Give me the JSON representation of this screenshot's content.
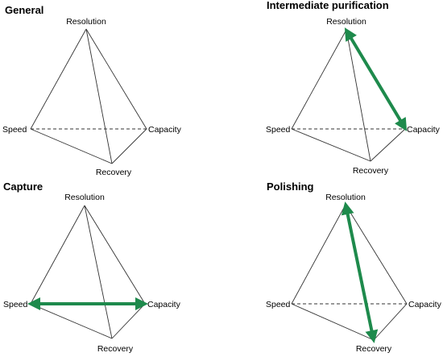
{
  "colors": {
    "highlight": "#1e8a4c",
    "edge": "#333333"
  },
  "panels": [
    {
      "title": "General",
      "labels": {
        "top": "Resolution",
        "left": "Speed",
        "right": "Capacity",
        "bottom": "Recovery"
      }
    },
    {
      "title": "Intermediate purification",
      "labels": {
        "top": "Resolution",
        "left": "Speed",
        "right": "Capacity",
        "bottom": "Recovery"
      },
      "emphasis": "Resolution–Capacity"
    },
    {
      "title": "Capture",
      "labels": {
        "top": "Resolution",
        "left": "Speed",
        "right": "Capacity",
        "bottom": "Recovery"
      },
      "emphasis": "Speed–Capacity"
    },
    {
      "title": "Polishing",
      "labels": {
        "top": "Resolution",
        "left": "Speed",
        "right": "Capacity",
        "bottom": "Recovery"
      },
      "emphasis": "Resolution–Recovery"
    }
  ]
}
